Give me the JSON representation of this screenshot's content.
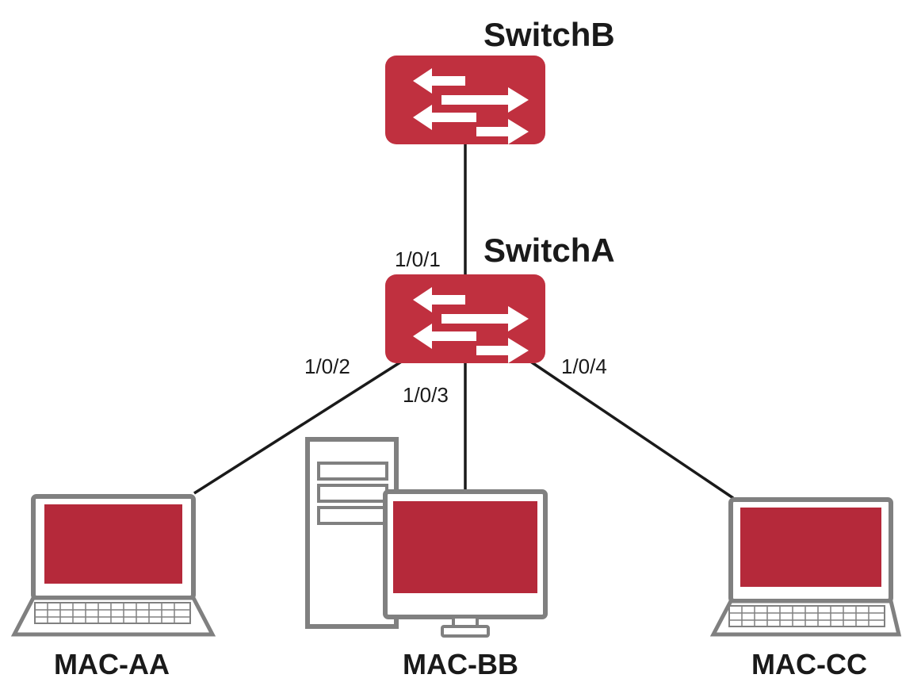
{
  "colors": {
    "device_red": "#c0303f",
    "screen_red": "#b5293a",
    "outline_gray": "#808080",
    "line": "#1a1a1a"
  },
  "switches": {
    "b": {
      "label": "SwitchB",
      "icon": "switch-icon"
    },
    "a": {
      "label": "SwitchA",
      "icon": "switch-icon"
    }
  },
  "ports": {
    "p1": "1/0/1",
    "p2": "1/0/2",
    "p3": "1/0/3",
    "p4": "1/0/4"
  },
  "hosts": {
    "aa": {
      "label": "MAC-AA",
      "icon": "laptop-icon"
    },
    "bb": {
      "label": "MAC-BB",
      "icon": "desktop-computer-icon"
    },
    "cc": {
      "label": "MAC-CC",
      "icon": "laptop-icon"
    }
  }
}
